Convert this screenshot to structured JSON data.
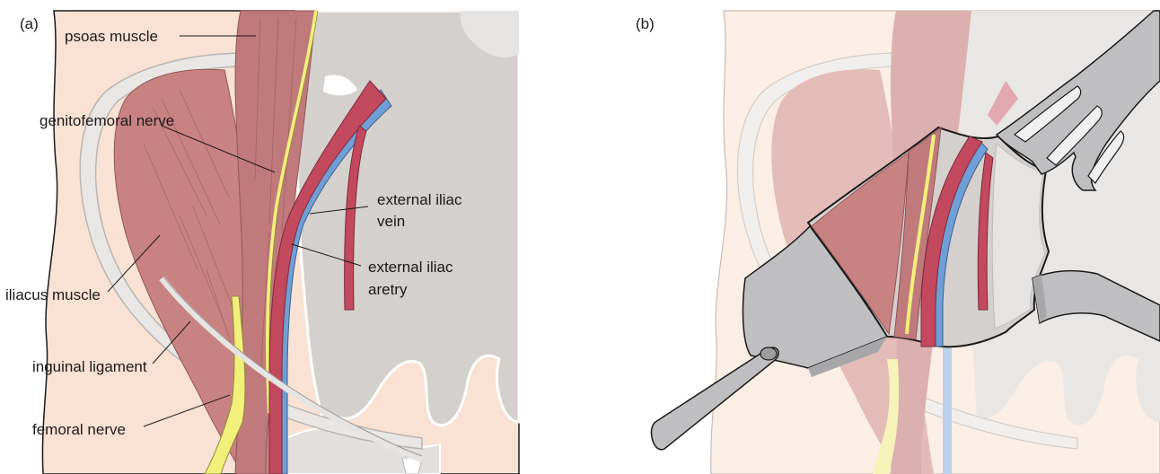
{
  "panels": [
    {
      "label": "(a)"
    },
    {
      "label": "(b)"
    }
  ],
  "labels": {
    "psoas": "psoas muscle",
    "genitofemoral": "genitofemoral nerve",
    "ext_iliac_vein_1": "external iliac",
    "ext_iliac_vein_2": "vein",
    "ext_iliac_artery_1": "external iliac",
    "ext_iliac_artery_2": "aretry",
    "iliacus": "iliacus muscle",
    "inguinal": "inguinal ligament",
    "femoral": "femoral nerve"
  },
  "colors": {
    "skin": "#f9e2d3",
    "bone": "#d4d0cd",
    "bone_light": "#e6e4e2",
    "muscle": "#c98282",
    "muscle_dark": "#b36a6c",
    "artery": "#c2495e",
    "vein": "#6f9fd6",
    "nerve": "#f2f07a",
    "retractor": "#bfbfc1"
  }
}
